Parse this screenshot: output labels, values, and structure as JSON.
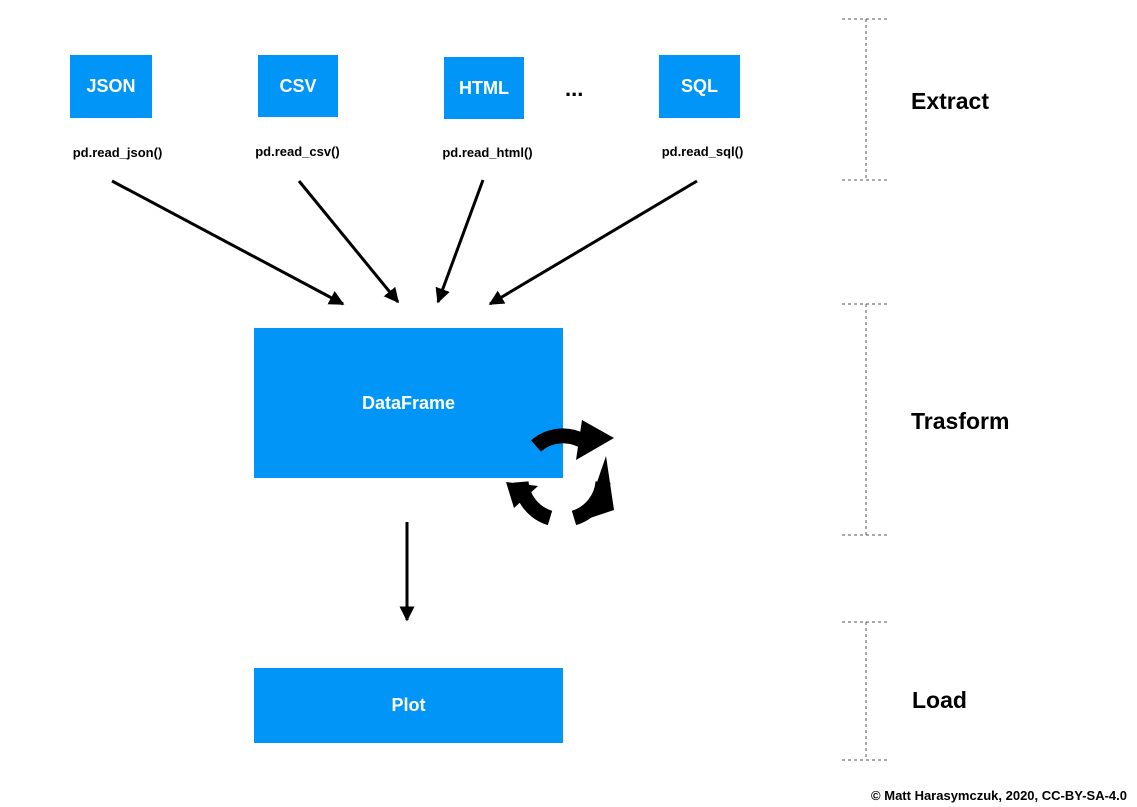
{
  "sources": [
    {
      "label": "JSON",
      "fn": "pd.read_json()"
    },
    {
      "label": "CSV",
      "fn": "pd.read_csv()"
    },
    {
      "label": "HTML",
      "fn": "pd.read_html()"
    },
    {
      "label": "SQL",
      "fn": "pd.read_sql()"
    }
  ],
  "ellipsis": "...",
  "dataframe_label": "DataFrame",
  "plot_label": "Plot",
  "stages": {
    "extract": "Extract",
    "transform": "Trasform",
    "load": "Load"
  },
  "credit": "© Matt Harasymczuk, 2020, CC-BY-SA-4.0",
  "colors": {
    "box": "#0095f6",
    "text_on_box": "#ffffff",
    "arrow": "#000000",
    "bracket": "#555555"
  },
  "icons": {
    "transform": "refresh-cycle-icon"
  }
}
